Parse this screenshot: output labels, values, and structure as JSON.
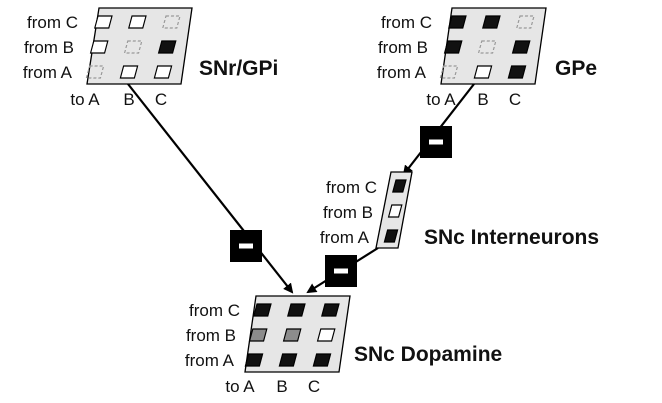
{
  "colors": {
    "panel": "#e6e6e6",
    "active": "#111111",
    "partial": "#8c8c8c",
    "inactive": "#ffffff",
    "dashed_stroke": "#999999",
    "inhibitory": "#000000"
  },
  "inhibitory_symbol": "−",
  "nodes": {
    "snr_gpi": {
      "title": "SNr/GPi",
      "row_labels": [
        "from C",
        "from B",
        "from A"
      ],
      "col_labels": [
        "to A",
        "B",
        "C"
      ],
      "cells": [
        [
          "white",
          "white",
          "dashed"
        ],
        [
          "white",
          "dashed",
          "black"
        ],
        [
          "dashed",
          "white",
          "white"
        ]
      ]
    },
    "gpe": {
      "title": "GPe",
      "row_labels": [
        "from C",
        "from B",
        "from A"
      ],
      "col_labels": [
        "to A",
        "B",
        "C"
      ],
      "cells": [
        [
          "black",
          "black",
          "dashed"
        ],
        [
          "black",
          "dashed",
          "black"
        ],
        [
          "dashed",
          "white",
          "black"
        ]
      ]
    },
    "snc_interneurons": {
      "title": "SNc Interneurons",
      "row_labels": [
        "from C",
        "from B",
        "from A"
      ],
      "cells": [
        [
          "black"
        ],
        [
          "white"
        ],
        [
          "black"
        ]
      ]
    },
    "snc_dopamine": {
      "title": "SNc Dopamine",
      "row_labels": [
        "from C",
        "from B",
        "from A"
      ],
      "col_labels": [
        "to A",
        "B",
        "C"
      ],
      "cells": [
        [
          "black",
          "black",
          "black"
        ],
        [
          "gray",
          "gray",
          "white"
        ],
        [
          "black",
          "black",
          "black"
        ]
      ]
    }
  }
}
